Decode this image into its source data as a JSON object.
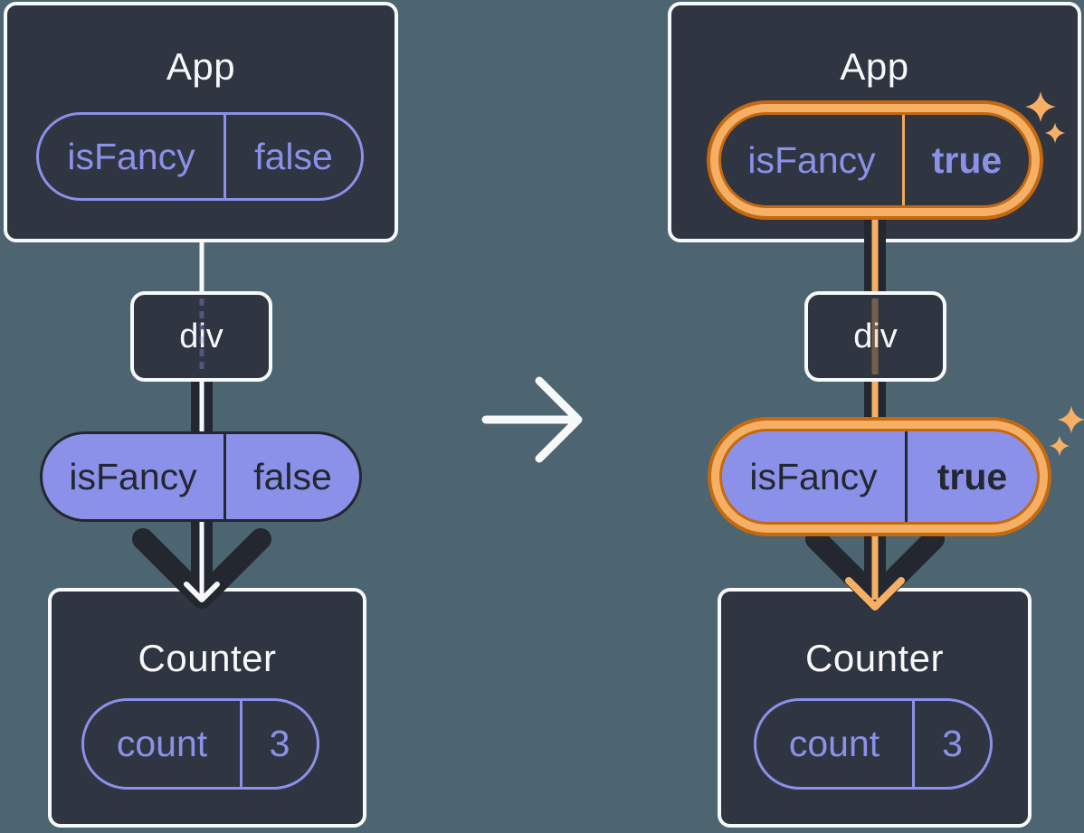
{
  "colors": {
    "background": "#4C6570",
    "box_fill": "#2F3541",
    "box_border": "#FFFFFF",
    "purple": "#8B91E9",
    "dark_line": "#23272F",
    "highlight_orange_dark": "#C4690F",
    "highlight_orange_light": "#F5B065",
    "text_white": "#F7F8FA"
  },
  "before": {
    "app": {
      "title": "App",
      "prop": {
        "name": "isFancy",
        "value": "false"
      }
    },
    "div_node": {
      "label": "div"
    },
    "passed_prop": {
      "name": "isFancy",
      "value": "false"
    },
    "counter": {
      "title": "Counter",
      "state": {
        "name": "count",
        "value": "3"
      }
    }
  },
  "after": {
    "app": {
      "title": "App",
      "prop": {
        "name": "isFancy",
        "value": "true"
      }
    },
    "div_node": {
      "label": "div"
    },
    "passed_prop": {
      "name": "isFancy",
      "value": "true"
    },
    "counter": {
      "title": "Counter",
      "state": {
        "name": "count",
        "value": "3"
      }
    }
  },
  "icons": {
    "transition": "arrow-right-icon",
    "highlight": "sparkle-icon"
  }
}
